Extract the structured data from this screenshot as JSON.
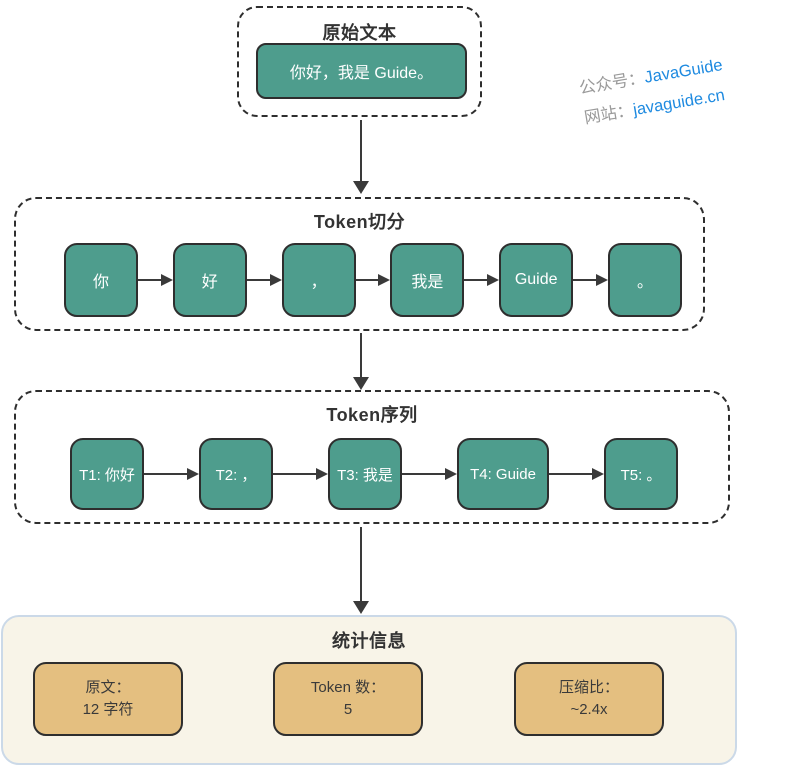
{
  "original_text": {
    "title": "原始文本",
    "content": "你好，我是 Guide。"
  },
  "watermark": {
    "line1_label": "公众号：",
    "line1_value": "JavaGuide",
    "line2_label": "网站：",
    "line2_value": "javaguide.cn"
  },
  "token_split": {
    "title": "Token切分",
    "tokens": [
      "你",
      "好",
      "，",
      "我是",
      "Guide",
      "。"
    ]
  },
  "token_sequence": {
    "title": "Token序列",
    "tokens": [
      "T1: 你好",
      "T2: ，",
      "T3: 我是",
      "T4: Guide",
      "T5: 。"
    ]
  },
  "statistics": {
    "title": "统计信息",
    "items": [
      {
        "label": "原文：",
        "value": "12 字符"
      },
      {
        "label": "Token 数：",
        "value": "5"
      },
      {
        "label": "压缩比：",
        "value": "~2.4x"
      }
    ]
  },
  "colors": {
    "teal_fill": "#4e9d8d",
    "tan_fill": "#e4bf80",
    "stats_panel_bg": "#f8f4e8",
    "stats_panel_border": "#cbd9e8",
    "stroke": "#2e2e2e",
    "arrow": "#3a3a3a",
    "watermark_blue": "#1e8ae0",
    "watermark_gray": "#9a9a9a"
  }
}
